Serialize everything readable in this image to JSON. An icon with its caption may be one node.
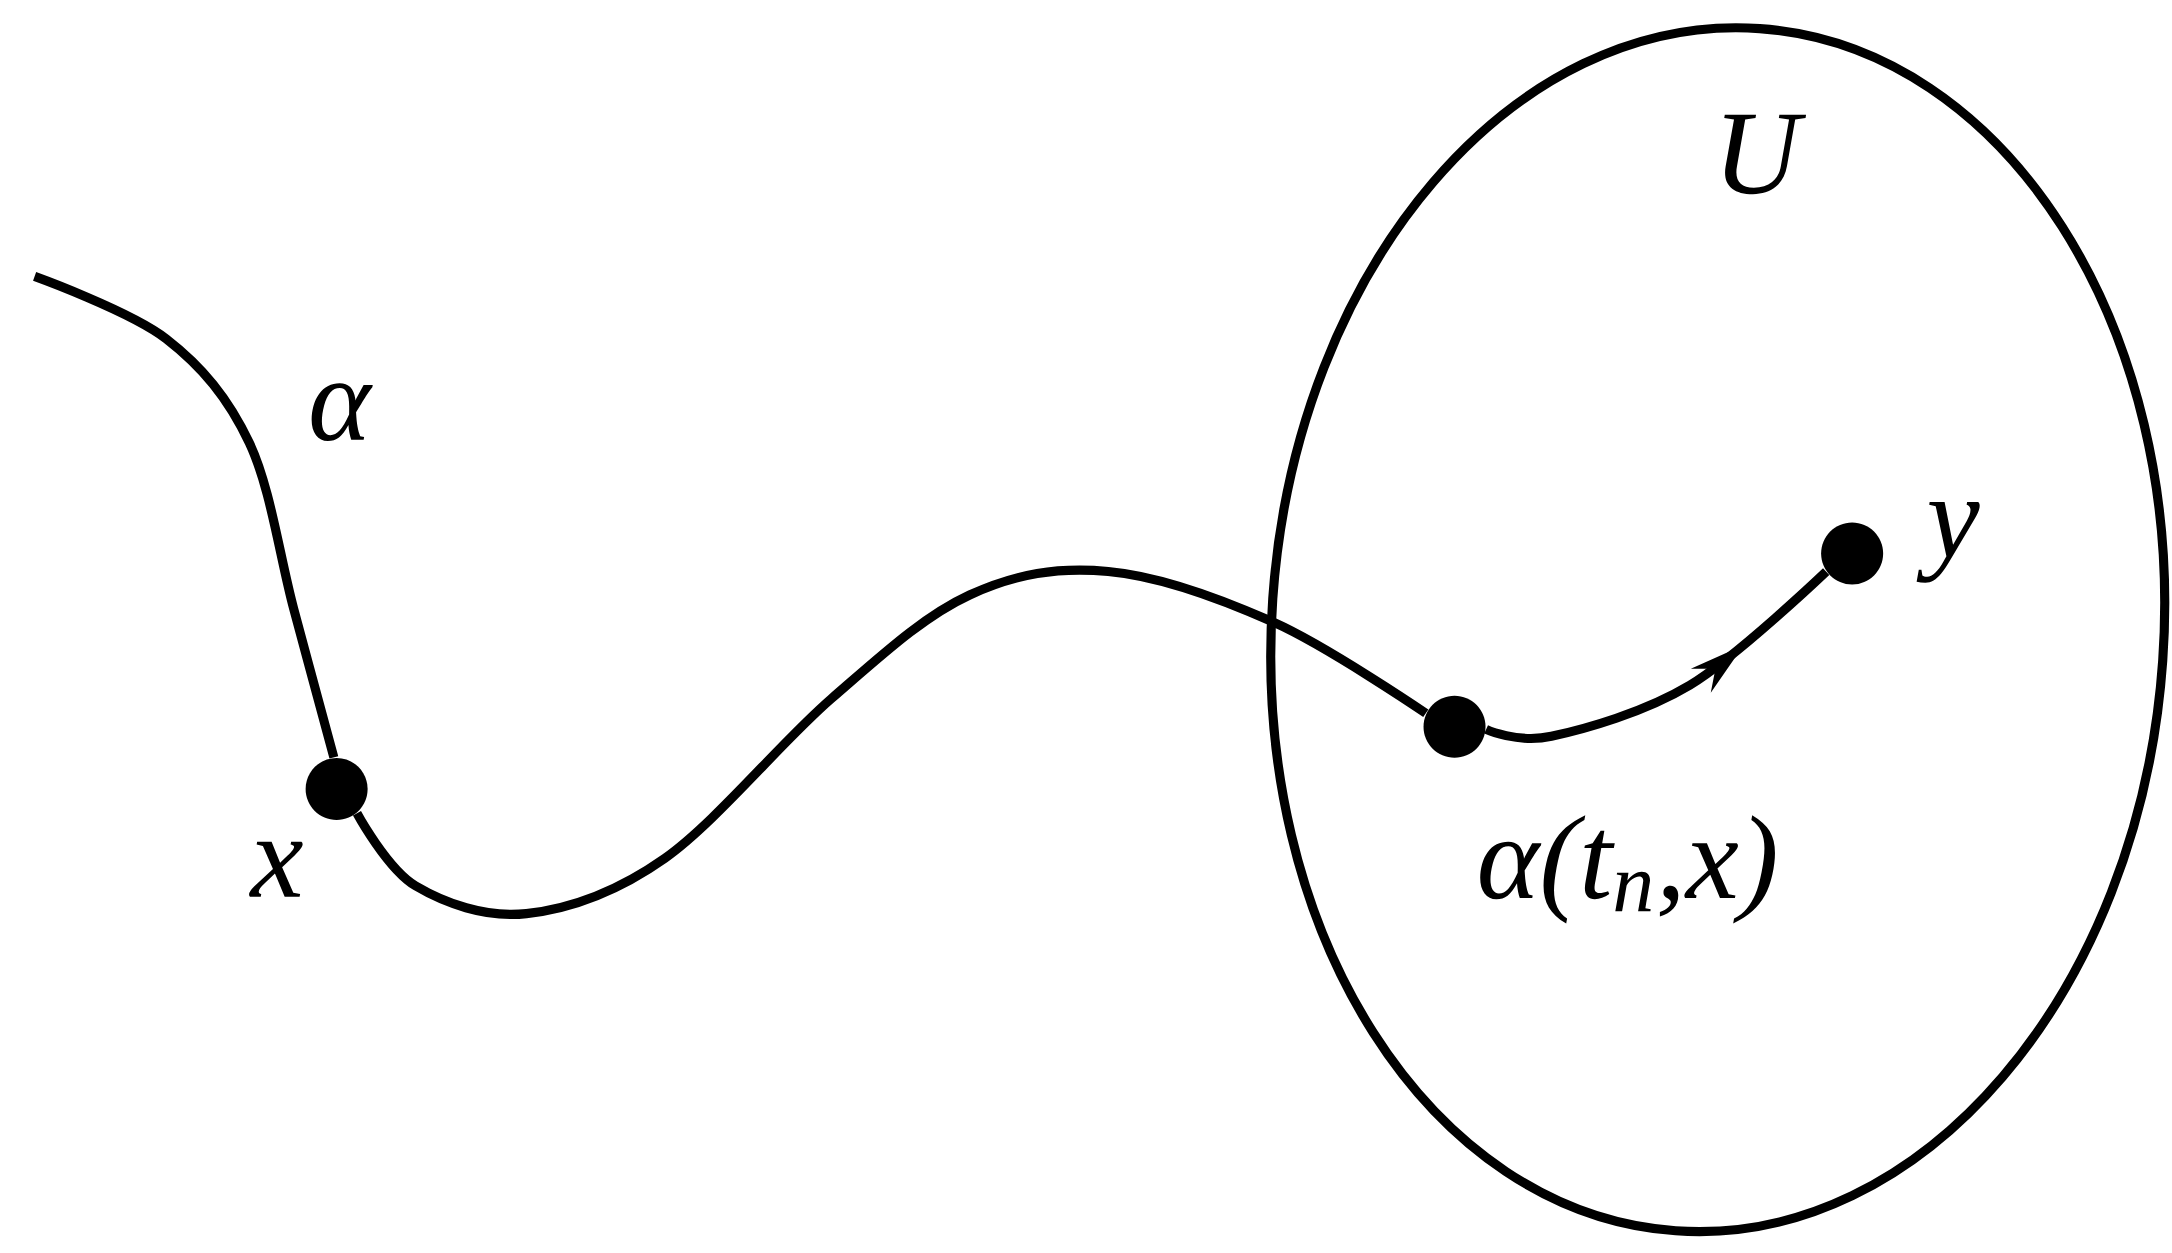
{
  "diagram": {
    "nodes": [
      {
        "text": [
          "U"
        ]
      },
      {
        "text": [],
        "shape": "circle",
        "beside": [
          "x"
        ]
      },
      {
        "text": [],
        "shape": "circle",
        "beside": [
          "α(t$_{n}$,x)"
        ],
        "in": 0
      },
      {
        "text": [],
        "shape": "circle",
        "beside": [
          "y"
        ],
        "in": 0
      }
    ],
    "edges": [
      {
        "from": null,
        "to": 1,
        "arrow": "none",
        "label": "α"
      },
      {
        "from": 1,
        "to": 2,
        "arrow": "none"
      },
      {
        "from": 2,
        "to": 3,
        "arrow": "to"
      }
    ]
  }
}
